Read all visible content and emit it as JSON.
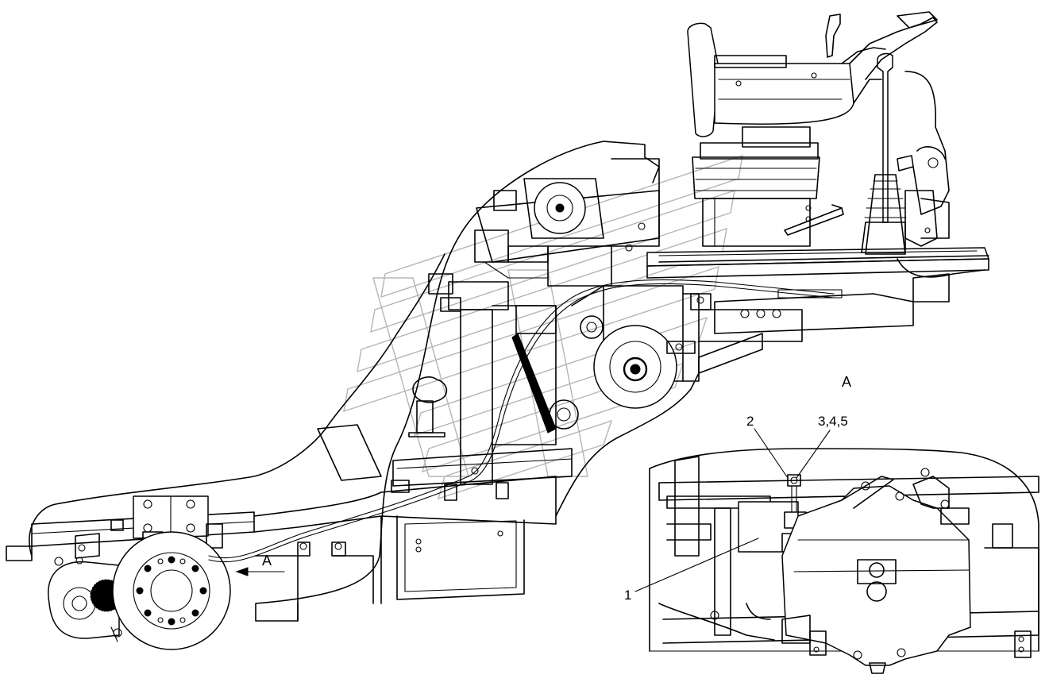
{
  "view_marker": {
    "arrow_label": "A",
    "detail_title": "A"
  },
  "callouts": [
    {
      "id": "c1",
      "text": "1"
    },
    {
      "id": "c2",
      "text": "2"
    },
    {
      "id": "c345",
      "text": "3,4,5"
    }
  ],
  "colors": {
    "ink": "#000000",
    "paper": "#ffffff",
    "watermark": "#b5b5b5"
  }
}
